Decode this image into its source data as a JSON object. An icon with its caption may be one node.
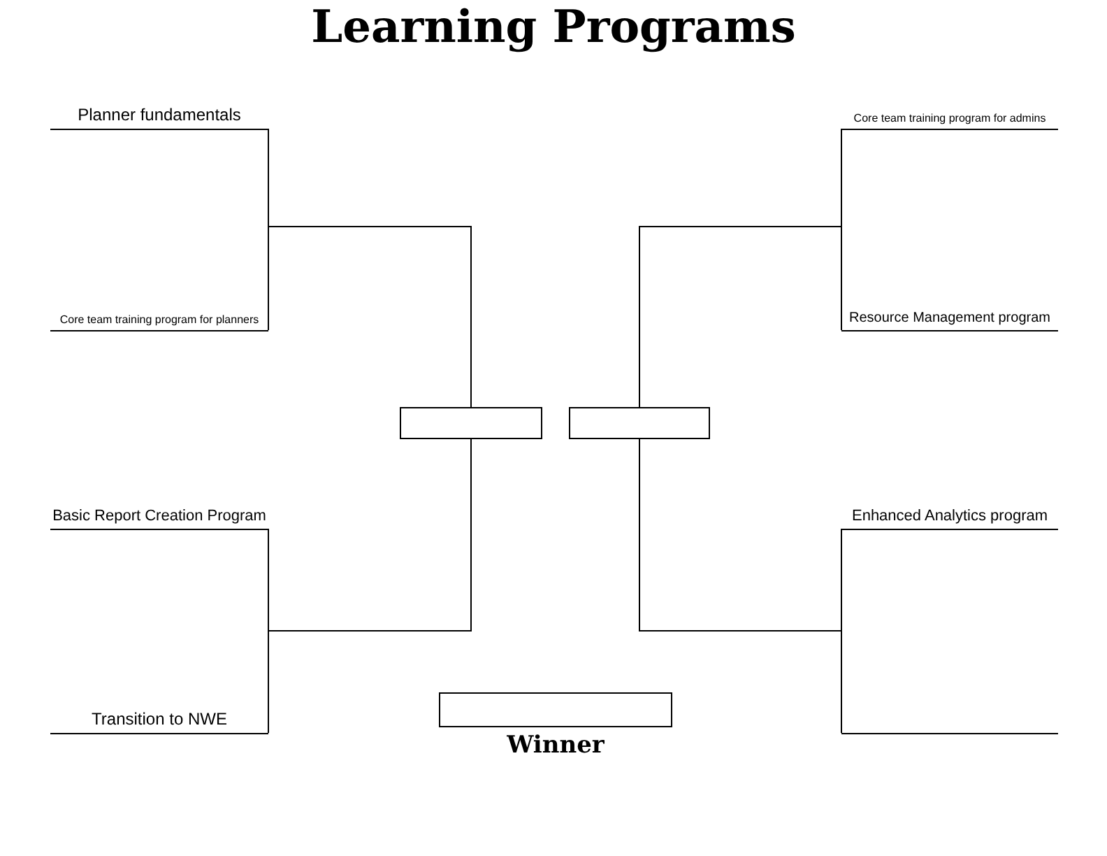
{
  "diagram": {
    "title": "Learning Programs",
    "nodes": [
      {
        "text": [
          "Planner fundamentals"
        ]
      },
      {
        "text": [
          "Core team training program for planners"
        ]
      },
      {
        "text": [
          "Basic Report Creation Program"
        ]
      },
      {
        "text": [
          "Transition to NWE"
        ]
      },
      {
        "text": [
          "Core team training program for admins"
        ]
      },
      {
        "text": [
          "Resource Management program"
        ]
      },
      {
        "text": [
          "Enhanced Analytics program"
        ]
      },
      {
        "text": [],
        "shape": "line"
      },
      {
        "text": [],
        "shape": "box"
      },
      {
        "text": [],
        "shape": "box"
      },
      {
        "text": [],
        "shape": "box",
        "beside": [
          "Winner"
        ]
      }
    ],
    "edges": [
      {
        "from": 0,
        "to": 8,
        "arrow": "none"
      },
      {
        "from": 1,
        "to": 8,
        "arrow": "none"
      },
      {
        "from": 2,
        "to": 8,
        "arrow": "none"
      },
      {
        "from": 3,
        "to": 8,
        "arrow": "none"
      },
      {
        "from": 4,
        "to": 9,
        "arrow": "none"
      },
      {
        "from": 5,
        "to": 9,
        "arrow": "none"
      },
      {
        "from": 6,
        "to": 9,
        "arrow": "none"
      },
      {
        "from": 7,
        "to": 9,
        "arrow": "none"
      }
    ]
  }
}
